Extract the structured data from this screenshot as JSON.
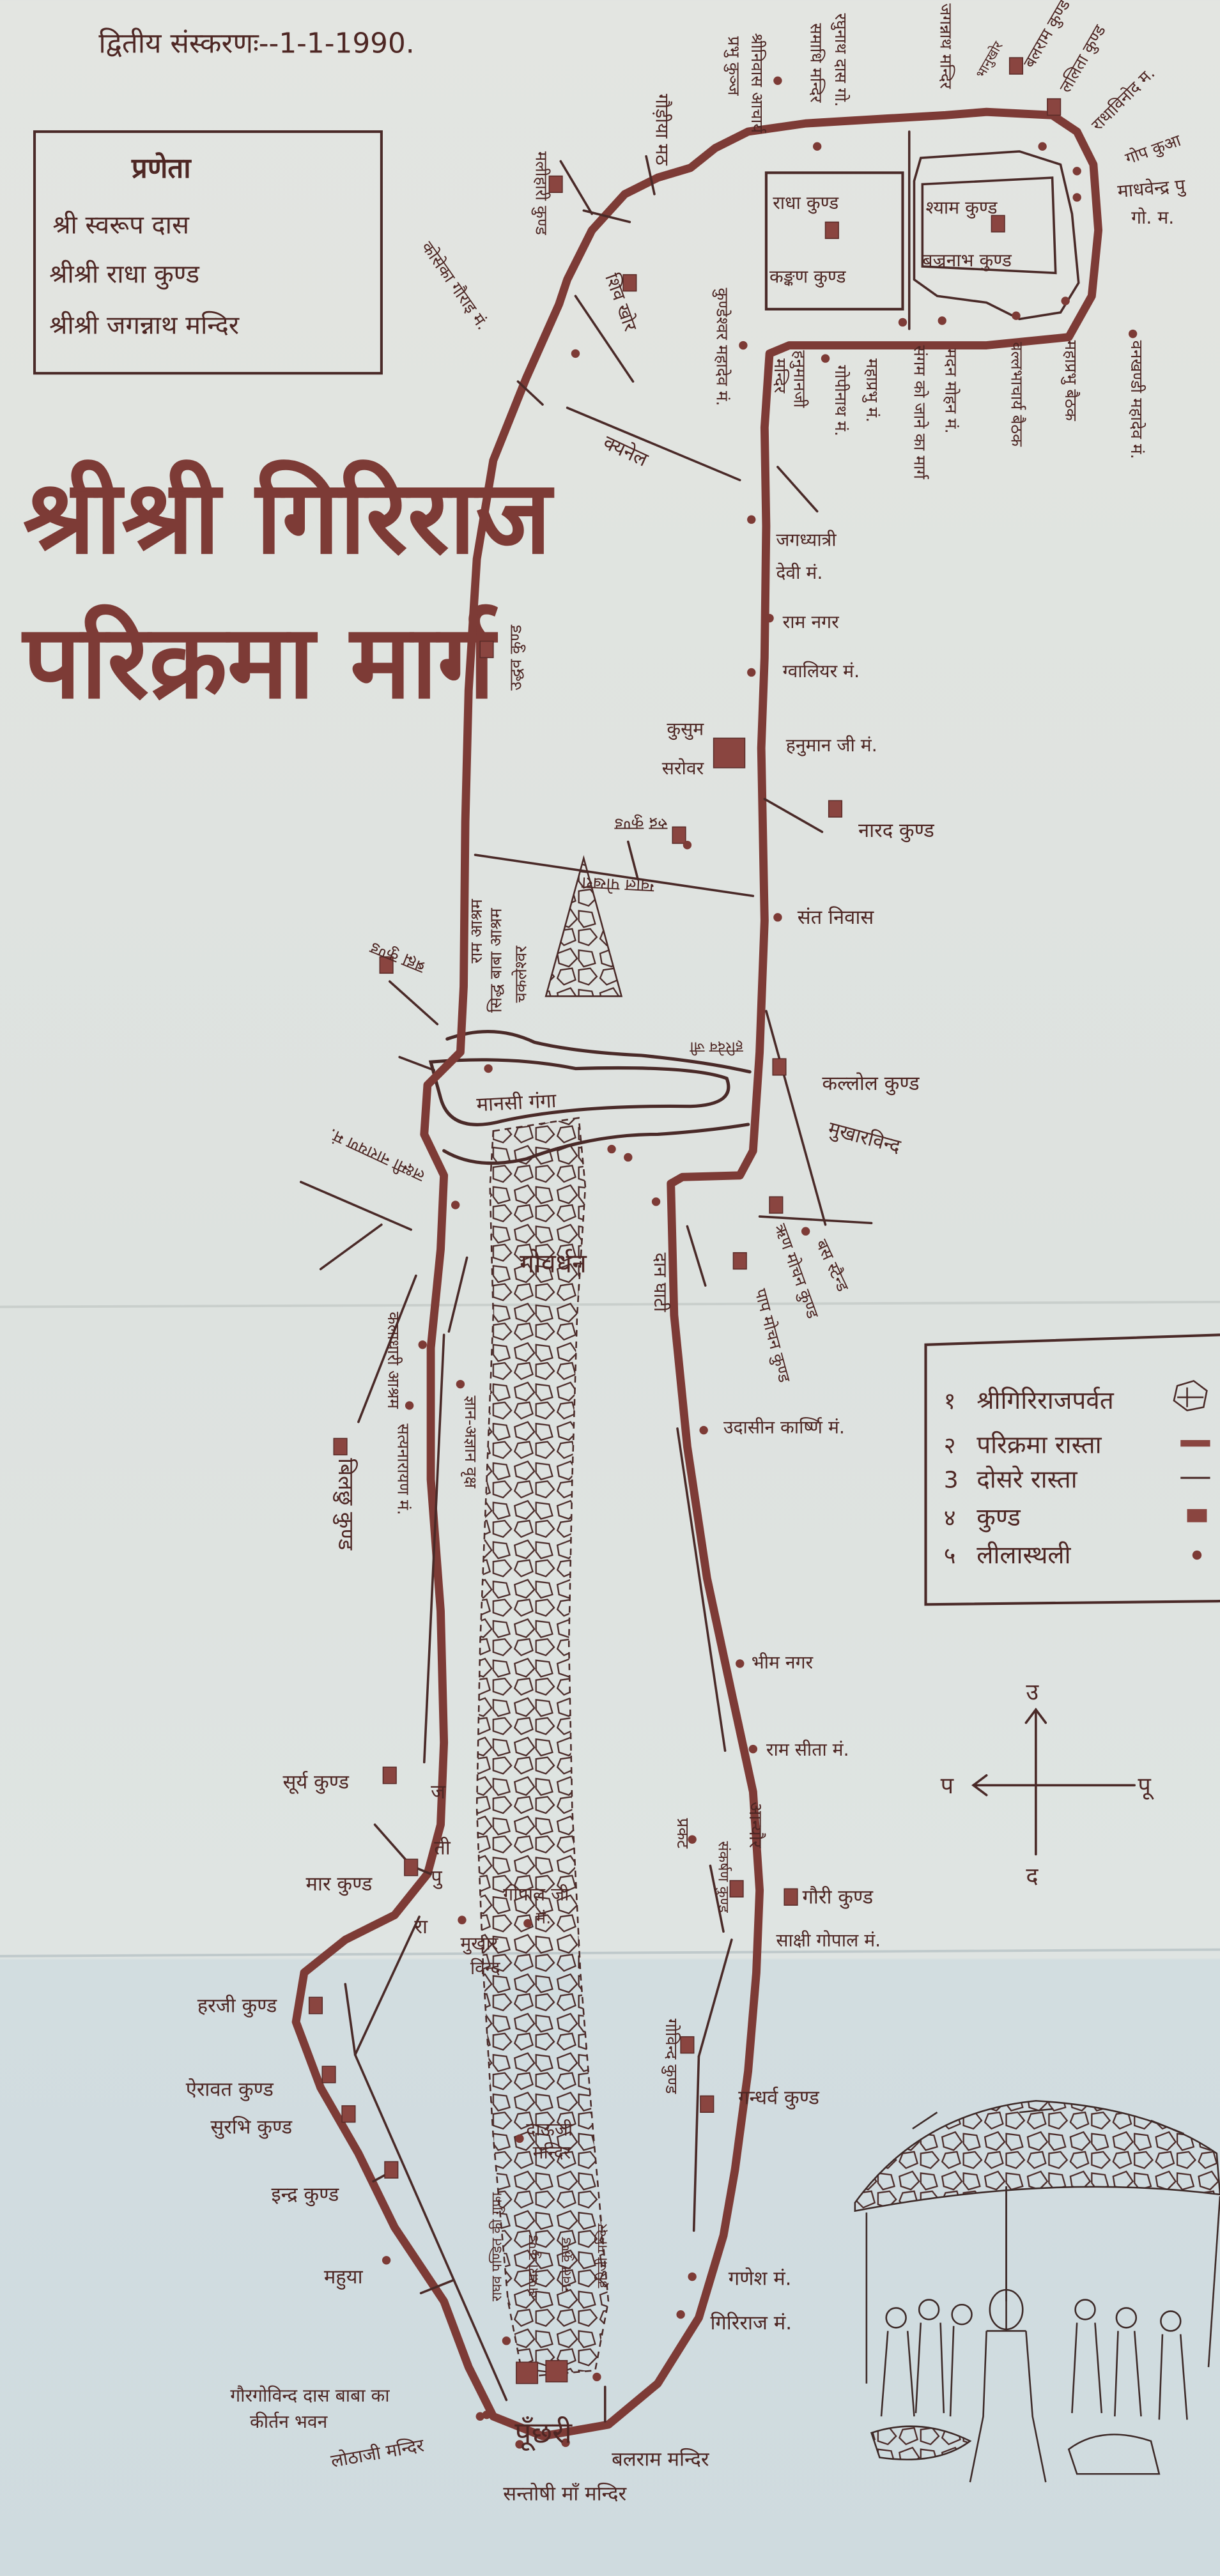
{
  "edition": "द्वितीय संस्करणः--1-1-1990.",
  "credits": {
    "heading": "प्रणेता",
    "lines": [
      "श्री स्वरूप दास",
      "श्रीश्री राधा कुण्ड",
      "श्रीश्री जगन्नाथ मन्दिर"
    ]
  },
  "title": {
    "line1": "श्रीश्री गिरिराज",
    "line2": "परिक्रमा मार्ग"
  },
  "labels": {
    "gaudiya_math": "गौड़ीया मठ",
    "shrinivas_1": "श्रीनिवास आचार्य",
    "shrinivas_2": "प्रभु कुञ्ज",
    "raghunath_1": "रघुनाथ दास गो.",
    "raghunath_2": "समाधि मन्दिर",
    "jagannath": "जगन्नाथ मन्दिर",
    "bhanukhor": "भानुखोर",
    "balram_kund": "बलराम कुण्ड",
    "lalita_kund": "ललिता कुण्ड",
    "radhavinod": "राधाविनोद म.",
    "gop_kua": "गोप कुआ",
    "madhavendra_1": "माधवेन्द्र पु",
    "madhavendra_2": "गो. म.",
    "malihari_kund": "मलीहारी कुण्ड",
    "koseka": "कोसेका गौराइ मं.",
    "shiv_khor": "शिव खोर",
    "kundeshwar": "कुण्डेश्वर महादेव मं.",
    "canal": "क्यनेल",
    "radha_kund": "राधा कुण्ड",
    "kankan_kund": "कङ्कण कुण्ड",
    "shyam_kund": "श्याम कुण्ड",
    "bajranabh_kund": "बज्रनाभ कुण्ड",
    "hanuman_mandir_1": "हनुमानजी",
    "hanuman_mandir_2": "मन्दिर",
    "gopinath": "गोपीनाथ मं.",
    "mahaprabhu_m": "महाप्रभु मं.",
    "sangam": "संगम को जाने का मार्ग",
    "madan_mohan": "मदन मोहन मं.",
    "vallabh": "वल्लभाचार्य बैठक",
    "mahaprabhu_baithak": "महाप्रभु बैठक",
    "vankhandi": "वनखण्डी महादेव मं.",
    "uddhav_kund": "उद्धव कुण्ड",
    "jagdhatri_1": "जगध्यात्री",
    "jagdhatri_2": "देवी मं.",
    "ram_nagar": "राम नगर",
    "gwalior": "ग्वालियर मं.",
    "kusum_1": "कुसुम",
    "kusum_2": "सरोवर",
    "hanuman_m": "हनुमान जी मं.",
    "narad_kund": "नारद कुण्ड",
    "rudra_kund": "रुद्र कुण्ड",
    "gwal_pokhra": "ग्वाल पोखरा",
    "brahm_kund": "ब्रह्म कुण्ड",
    "ram_ashram": "राम आश्रम",
    "siddh_baba": "सिद्ध बाबा आश्रम",
    "chakleshwar": "चकलेश्वर",
    "sant_niwas": "संत निवास",
    "kallol_kund": "कल्लोल कुण्ड",
    "mukharvind_1": "मुखारविन्द",
    "mansi_ganga": "मानसी गंगा",
    "haridev": "हरिदेव जी",
    "govardhan": "गोवर्धन",
    "dan_ghati": "दान घाटी",
    "bus_stand": "बस स्टैन्ड",
    "rin_mochan": "ऋण मोचन कुण्ड",
    "paap_mochan": "पाप मोचन कुण्ड",
    "lakshmi_narayan": "लक्ष्मी नारायण मं.",
    "kaladhari": "कलाधारी आश्रम",
    "satyanarayan": "सत्यनारायण मं.",
    "gyan_vriksh": "ज्ञान-अज्ञान वृक्ष",
    "bilchhu_kund": "बिलछु कुण्ड",
    "udasin": "उदासीन कार्ष्णि मं.",
    "bheem_nagar": "भीम नगर",
    "ram_sita": "राम सीता मं.",
    "surya_kund": "सूर्य कुण्ड",
    "mar_kund": "मार कुण्ड",
    "jatipura": [
      "ज",
      "ती",
      "पु",
      "रा"
    ],
    "prakat": "प्रकट",
    "anyor": "आन्यौर",
    "gauri_kund": "गौरी कुण्ड",
    "sakshi_gopal": "साक्षी गोपाल मं.",
    "gopal_ji_1": "गोपाल जी",
    "gopal_ji_2": "मं.",
    "sankarshan": "संकर्षण कुण्ड",
    "mukharvind_2a": "मुखार",
    "mukharvind_2b": "विन्द",
    "harji_kund": "हरजी कुण्ड",
    "airawat_kund": "ऐरावत कुण्ड",
    "surabhi_kund": "सुरभि कुण्ड",
    "indra_kund": "इन्द्र कुण्ड",
    "mahuya": "महुया",
    "gaurgovind_1": "गौरगोविन्द दास बाबा का",
    "gaurgovind_2": "कीर्तन भवन",
    "lothaji": "लोठाजी मन्दिर",
    "poonchhri": "पूँछरी",
    "balram_mandir": "बलराम मन्दिर",
    "santoshi": "सन्तोषी माँ मन्दिर",
    "ganesh": "गणेश मं.",
    "giriraj_m": "गिरिराज मं.",
    "gandharv_kund": "गन्धर्व कुण्ड",
    "govind_kund": "गोविन्द कुण्ड",
    "dauji_1": "दाऊजी",
    "dauji_2": "मन्दिर",
    "raghav_gufa": "राघव पण्डित की गुफा",
    "apsara_kund": "अप्सरा कुण्ड",
    "naval_kund": "नवल कुण्ड",
    "hariji_mandir": "हरिजी मन्दिर"
  },
  "legend": {
    "items": [
      {
        "num": "१",
        "label": "श्रीगिरिराजपर्वत",
        "symbol": "hill-pattern"
      },
      {
        "num": "२",
        "label": "परिक्रमा रास्ता",
        "symbol": "thick-bar"
      },
      {
        "num": "3",
        "label": "दोसरे रास्ता",
        "symbol": "thin-line"
      },
      {
        "num": "४",
        "label": "कुण्ड",
        "symbol": "square"
      },
      {
        "num": "५",
        "label": "लीलास्थली",
        "symbol": "dot"
      }
    ]
  },
  "compass": {
    "north": "उ",
    "south": "द",
    "east": "पू",
    "west": "प"
  },
  "colors": {
    "paper": "#dfe3e0",
    "route": "#7d3b36",
    "ink": "#4e2724"
  }
}
